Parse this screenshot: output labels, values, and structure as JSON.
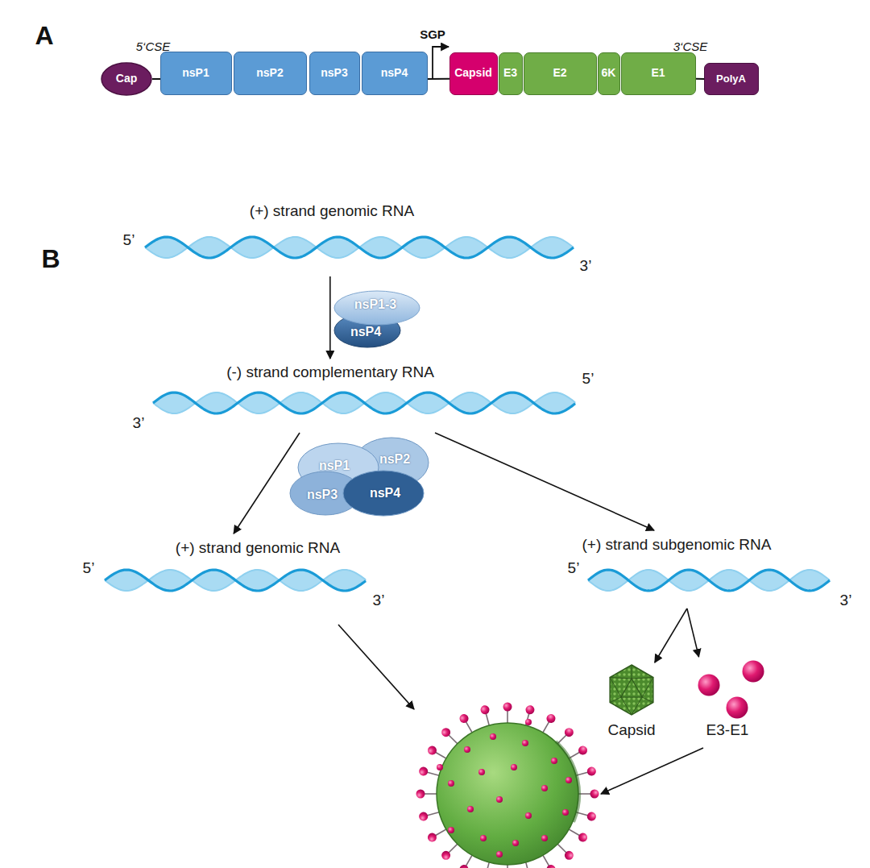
{
  "diagram": {
    "nodes": [
      {
        "text": [
          "Cap"
        ]
      },
      {
        "text": [
          "nsP1"
        ]
      },
      {
        "text": [
          "nsP2"
        ]
      },
      {
        "text": [
          "nsP3"
        ]
      },
      {
        "text": [
          "nsP4"
        ]
      },
      {
        "text": [
          "Capsid"
        ]
      },
      {
        "text": [
          "E3"
        ]
      },
      {
        "text": [
          "E2"
        ]
      },
      {
        "text": [
          "6K"
        ]
      },
      {
        "text": [
          "E1"
        ]
      },
      {
        "text": [
          "PolyA"
        ]
      },
      {
        "text": [
          "(+) strand genomic RNA",
          "5’",
          "3’"
        ]
      },
      {
        "text": [
          "nsP1-3",
          "nsP4"
        ]
      },
      {
        "text": [
          "(-) strand complementary RNA",
          "3’",
          "5’"
        ]
      },
      {
        "text": [
          "nsP1",
          "nsP2",
          "nsP3",
          "nsP4"
        ]
      },
      {
        "text": [
          "(+) strand genomic RNA",
          "5’",
          "3’"
        ]
      },
      {
        "text": [
          "(+) strand subgenomic RNA",
          "5’",
          "3’"
        ]
      },
      {
        "text": [
          "Capsid"
        ]
      },
      {
        "text": [
          "E3-E1"
        ]
      }
    ],
    "edges": [
      {
        "from": 0,
        "to": 1,
        "arrow": "none"
      },
      {
        "from": 4,
        "to": 5,
        "arrow": "none"
      },
      {
        "from": 9,
        "to": 10,
        "arrow": "none"
      },
      {
        "from": 11,
        "to": 13,
        "arrow": "to"
      },
      {
        "from": 13,
        "to": 15,
        "arrow": "to"
      },
      {
        "from": 13,
        "to": 16,
        "arrow": "to"
      },
      {
        "from": 16,
        "to": 17,
        "arrow": "to"
      },
      {
        "from": 16,
        "to": 18,
        "arrow": "to"
      }
    ],
    "labels": [
      "A",
      "5‘CSE",
      "SGP",
      "3‘CSE",
      "B"
    ]
  }
}
